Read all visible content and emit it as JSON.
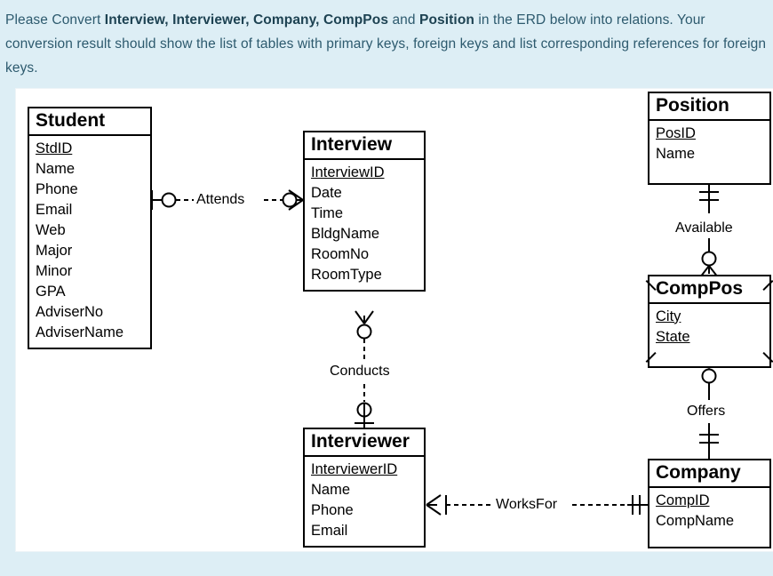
{
  "prompt": {
    "line1_a": "Please Convert ",
    "bold1": "Interview, Interviewer, Company, CompPos",
    "line1_b": " and ",
    "bold2": "Position",
    "line1_c": " in the ERD below into relations.",
    "line2": "Your conversion result should show the list of tables with primary keys, foreign keys and list corresponding",
    "line3": "references for foreign keys."
  },
  "colors": {
    "page_background": "#ddeef5",
    "canvas_background": "#ffffff",
    "prompt_text": "#2d5a6e",
    "diagram_stroke": "#000000"
  },
  "chart_data": {
    "type": "diagram",
    "notation": "crow's-foot ERD",
    "title": "",
    "entities": [
      {
        "name": "Student",
        "weak": false,
        "attributes": [
          {
            "name": "StdID",
            "primary_key": true
          },
          {
            "name": "Name",
            "primary_key": false
          },
          {
            "name": "Phone",
            "primary_key": false
          },
          {
            "name": "Email",
            "primary_key": false
          },
          {
            "name": "Web",
            "primary_key": false
          },
          {
            "name": "Major",
            "primary_key": false
          },
          {
            "name": "Minor",
            "primary_key": false
          },
          {
            "name": "GPA",
            "primary_key": false
          },
          {
            "name": "AdviserNo",
            "primary_key": false
          },
          {
            "name": "AdviserName",
            "primary_key": false
          }
        ]
      },
      {
        "name": "Interview",
        "weak": false,
        "attributes": [
          {
            "name": "InterviewID",
            "primary_key": true
          },
          {
            "name": "Date",
            "primary_key": false
          },
          {
            "name": "Time",
            "primary_key": false
          },
          {
            "name": "BldgName",
            "primary_key": false
          },
          {
            "name": "RoomNo",
            "primary_key": false
          },
          {
            "name": "RoomType",
            "primary_key": false
          }
        ]
      },
      {
        "name": "Interviewer",
        "weak": false,
        "attributes": [
          {
            "name": "InterviewerID",
            "primary_key": true
          },
          {
            "name": "Name",
            "primary_key": false
          },
          {
            "name": "Phone",
            "primary_key": false
          },
          {
            "name": "Email",
            "primary_key": false
          }
        ]
      },
      {
        "name": "Position",
        "weak": false,
        "attributes": [
          {
            "name": "PosID",
            "primary_key": true
          },
          {
            "name": "Name",
            "primary_key": false
          }
        ]
      },
      {
        "name": "CompPos",
        "weak": true,
        "attributes": [
          {
            "name": "City",
            "primary_key": true
          },
          {
            "name": "State",
            "primary_key": true
          }
        ]
      },
      {
        "name": "Company",
        "weak": false,
        "attributes": [
          {
            "name": "CompID",
            "primary_key": true
          },
          {
            "name": "CompName",
            "primary_key": false
          }
        ]
      }
    ],
    "relationships": [
      {
        "label": "Attends",
        "from": "Student",
        "to": "Interview",
        "line": "dashed",
        "from_cardinality": "one-and-only-one-optional (bar + circle)",
        "to_cardinality": "zero-or-many (circle + crow's foot)"
      },
      {
        "label": "Conducts",
        "from": "Interview",
        "to": "Interviewer",
        "line": "dashed",
        "from_cardinality": "zero-or-many (crow's foot + circle)",
        "to_cardinality": "zero-or-one (circle + bar)"
      },
      {
        "label": "WorksFor",
        "from": "Interviewer",
        "to": "Company",
        "line": "dashed",
        "from_cardinality": "one-or-many (crow's foot + bar)",
        "to_cardinality": "one-and-only-one (double bar)"
      },
      {
        "label": "Available",
        "from": "Position",
        "to": "CompPos",
        "line": "solid",
        "from_cardinality": "one-and-only-one (double bar)",
        "to_cardinality": "zero-or-many (circle + crow's foot)"
      },
      {
        "label": "Offers",
        "from": "CompPos",
        "to": "Company",
        "line": "solid",
        "from_cardinality": "zero-or-many (crow's foot + circle)",
        "to_cardinality": "one-and-only-one (double bar)"
      }
    ]
  }
}
